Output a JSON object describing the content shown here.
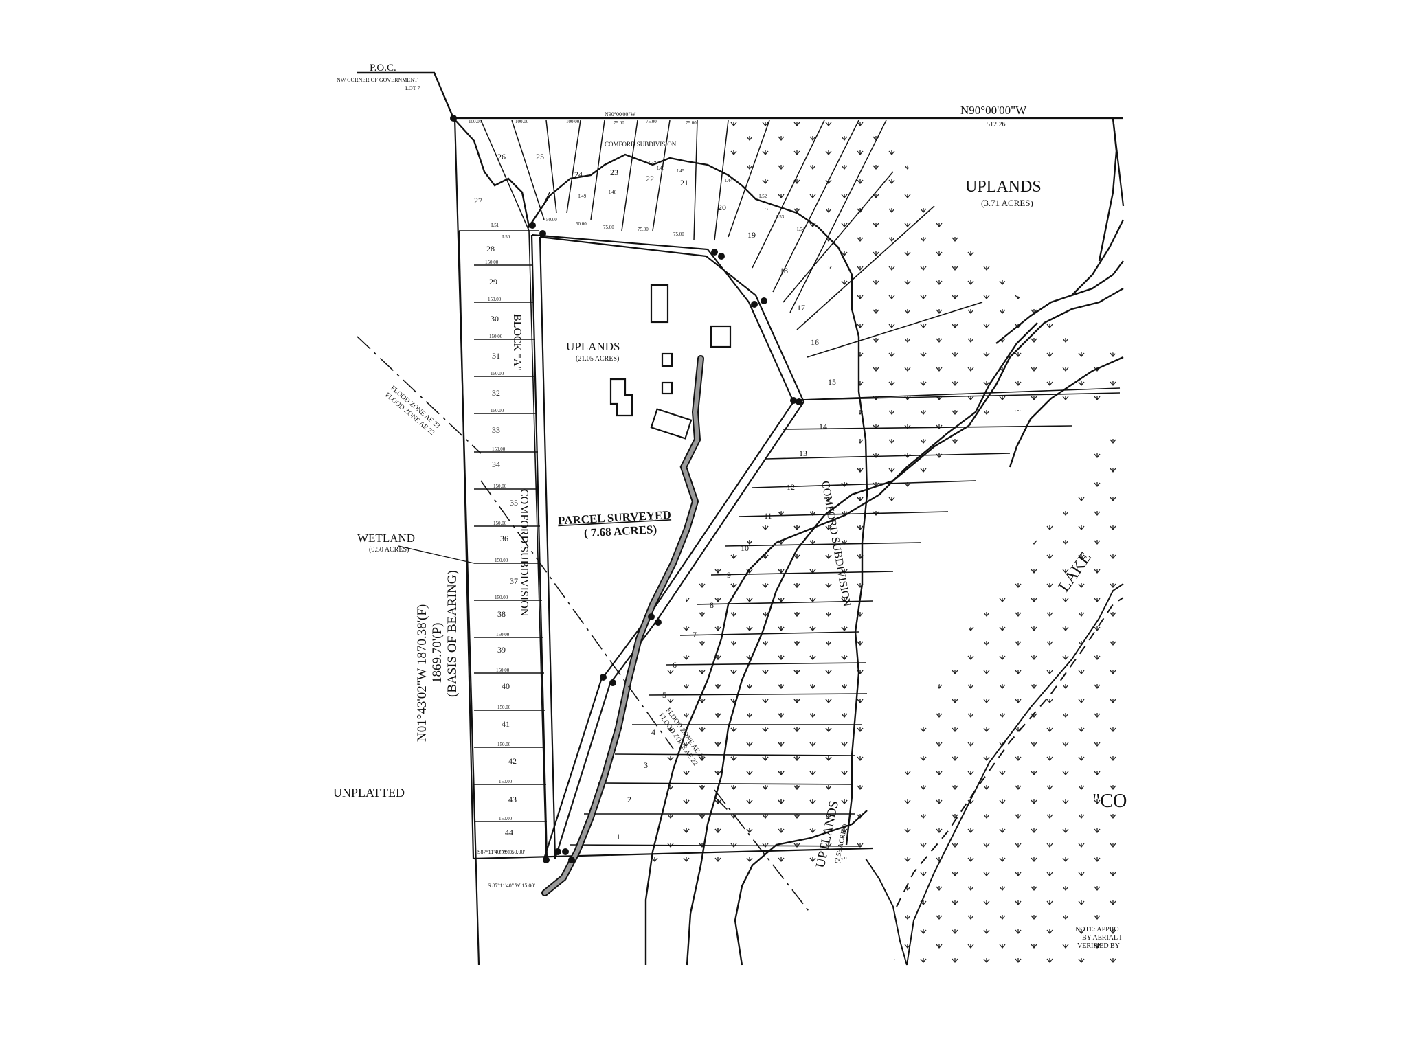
{
  "poc": {
    "title": "P.O.C.",
    "subtitle": "NW CORNER OF GOVERNMENT",
    "subtitle2": "LOT 7"
  },
  "top_bearing": "N90°00'00\"W",
  "top_distance": "512.26'",
  "top_small_bearing": "N90°00'00\"W",
  "uplands_ne": {
    "label": "UPLANDS",
    "area": "(3.71 ACRES)"
  },
  "uplands_center": {
    "label": "UPLANDS",
    "area": "(21.05 ACRES)"
  },
  "uplands_south": {
    "label": "UPTLANDS",
    "area": "(2.56 ACRES)"
  },
  "parcel": {
    "label": "PARCEL SURVEYED",
    "area": "( 7.68 ACRES)"
  },
  "wetland": {
    "label": "WETLAND",
    "area": "(0.50 ACRES)"
  },
  "west_bearing": {
    "line1": "N01°43'02\"W   1870.38'(F)",
    "line2": "1869.70'(P)",
    "line3": "(BASIS OF BEARING)"
  },
  "unplatted": "UNPLATTED",
  "lake": "LAKE",
  "lake_name_fragment": "\"CO",
  "block_label": "BLOCK \"A\"",
  "subdivision_west": "COMFORD SUBDIVISION",
  "subdivision_east": "COMFORD SUBDIVISION",
  "subdivision_top": "COMFORD SUBDIVISION",
  "flood_zone_nw": [
    "FLOOD ZONE AE 23",
    "FLOOD ZONE AE 22"
  ],
  "flood_zone_s": [
    "FLOOD ZONE AE 23",
    "FLOOD ZONE AE 22"
  ],
  "bottom_bearing": "S87°11'40\"W 150.00'",
  "bottom_bearing2": "S 87°11'40\" W 15.00'",
  "note": [
    "NOTE: APPRO",
    "BY AERIAL I",
    "VERIFIED BY"
  ],
  "lots_west": [
    "26",
    "25",
    "24",
    "23",
    "22",
    "21",
    "27",
    "28",
    "29",
    "30",
    "31",
    "32",
    "33",
    "34",
    "35",
    "36",
    "37",
    "38",
    "39",
    "40",
    "41",
    "42",
    "43",
    "44"
  ],
  "lots_east": [
    "20",
    "19",
    "18",
    "17",
    "16",
    "15",
    "14",
    "13",
    "12",
    "11",
    "10",
    "9",
    "8",
    "7",
    "6",
    "5",
    "4",
    "3",
    "2",
    "1"
  ],
  "lot_dims": {
    "w150": "150.00",
    "d75": "75.00",
    "d100": "100.00",
    "d50": "50.00"
  },
  "small_labels": [
    "L44",
    "L45",
    "L46",
    "L47",
    "L48",
    "L49",
    "L50",
    "L51",
    "L52",
    "L53",
    "L54"
  ]
}
